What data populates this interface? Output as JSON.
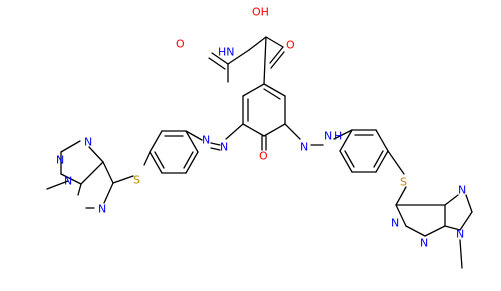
{
  "atom_labels": {
    "oh": "OH",
    "o_carboxyl": "O",
    "o_acetyl": "O",
    "hn_amide": "HN",
    "o_ketone": "O",
    "n_azo_left_1": "N",
    "n_azo_left_2": "N",
    "n_hydrazone_1": "N",
    "n_hydrazone_2": "N",
    "h_hydrazone": "H",
    "s_left": "S",
    "s_right": "S",
    "purine_left_n1": "N",
    "purine_left_n3": "N",
    "purine_left_n7": "N",
    "purine_left_n9": "N",
    "purine_right_n1": "N",
    "purine_right_n3": "N",
    "purine_right_n7": "N",
    "purine_right_n9": "N"
  },
  "colors": {
    "carbon_bonds": "#000000",
    "oxygen": "#ff0000",
    "nitrogen": "#0000ff",
    "sulfur": "#b8860b"
  }
}
